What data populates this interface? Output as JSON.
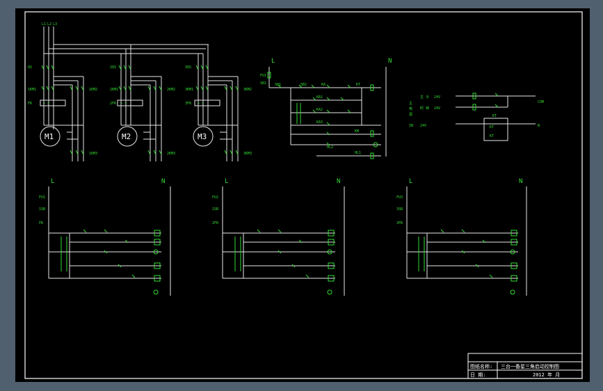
{
  "motor_circuit": {
    "bus_labels": [
      "L1",
      "L2",
      "L3"
    ],
    "motors": [
      {
        "name": "M1",
        "qs": "QS",
        "km_main": "1KM1",
        "km_star": "1KM2",
        "fr": "FR",
        "km_delta": "1KM3"
      },
      {
        "name": "M2",
        "qs": "2QS",
        "km_main": "2KM1",
        "km_star": "2KM2",
        "fr": "2FR",
        "km_delta": "2KM3"
      },
      {
        "name": "M3",
        "qs": "3QS",
        "km_main": "3KM1",
        "km_star": "3KM2",
        "fr": "3FR",
        "km_delta": "3KM3"
      }
    ]
  },
  "main_control": {
    "L": "L",
    "N": "N",
    "labels": [
      "FU1",
      "SB1",
      "SB2",
      "KA",
      "KT",
      "KA1",
      "KA2",
      "KA3",
      "KM",
      "HL1",
      "HL2"
    ]
  },
  "plc": {
    "rows": [
      {
        "label": "主 令",
        "value": "24V"
      },
      {
        "label": "时 钟",
        "value": "24V"
      }
    ],
    "box": "KT"
  },
  "sub_circuits": [
    {
      "L": "L",
      "N": "N",
      "fu": "FU1",
      "ks": "1SB",
      "fr": "FR"
    },
    {
      "L": "L",
      "N": "N",
      "fu": "FU2",
      "ks": "2SB",
      "fr": "2FR"
    },
    {
      "L": "L",
      "N": "N",
      "fu": "FU3",
      "ks": "3SB",
      "fr": "3FR"
    }
  ],
  "title_block": {
    "name_label": "图纸名称:",
    "name_value": "三台一备星三角启动控制图",
    "date_label": "日 期:",
    "date_value": "2012 年 月"
  }
}
